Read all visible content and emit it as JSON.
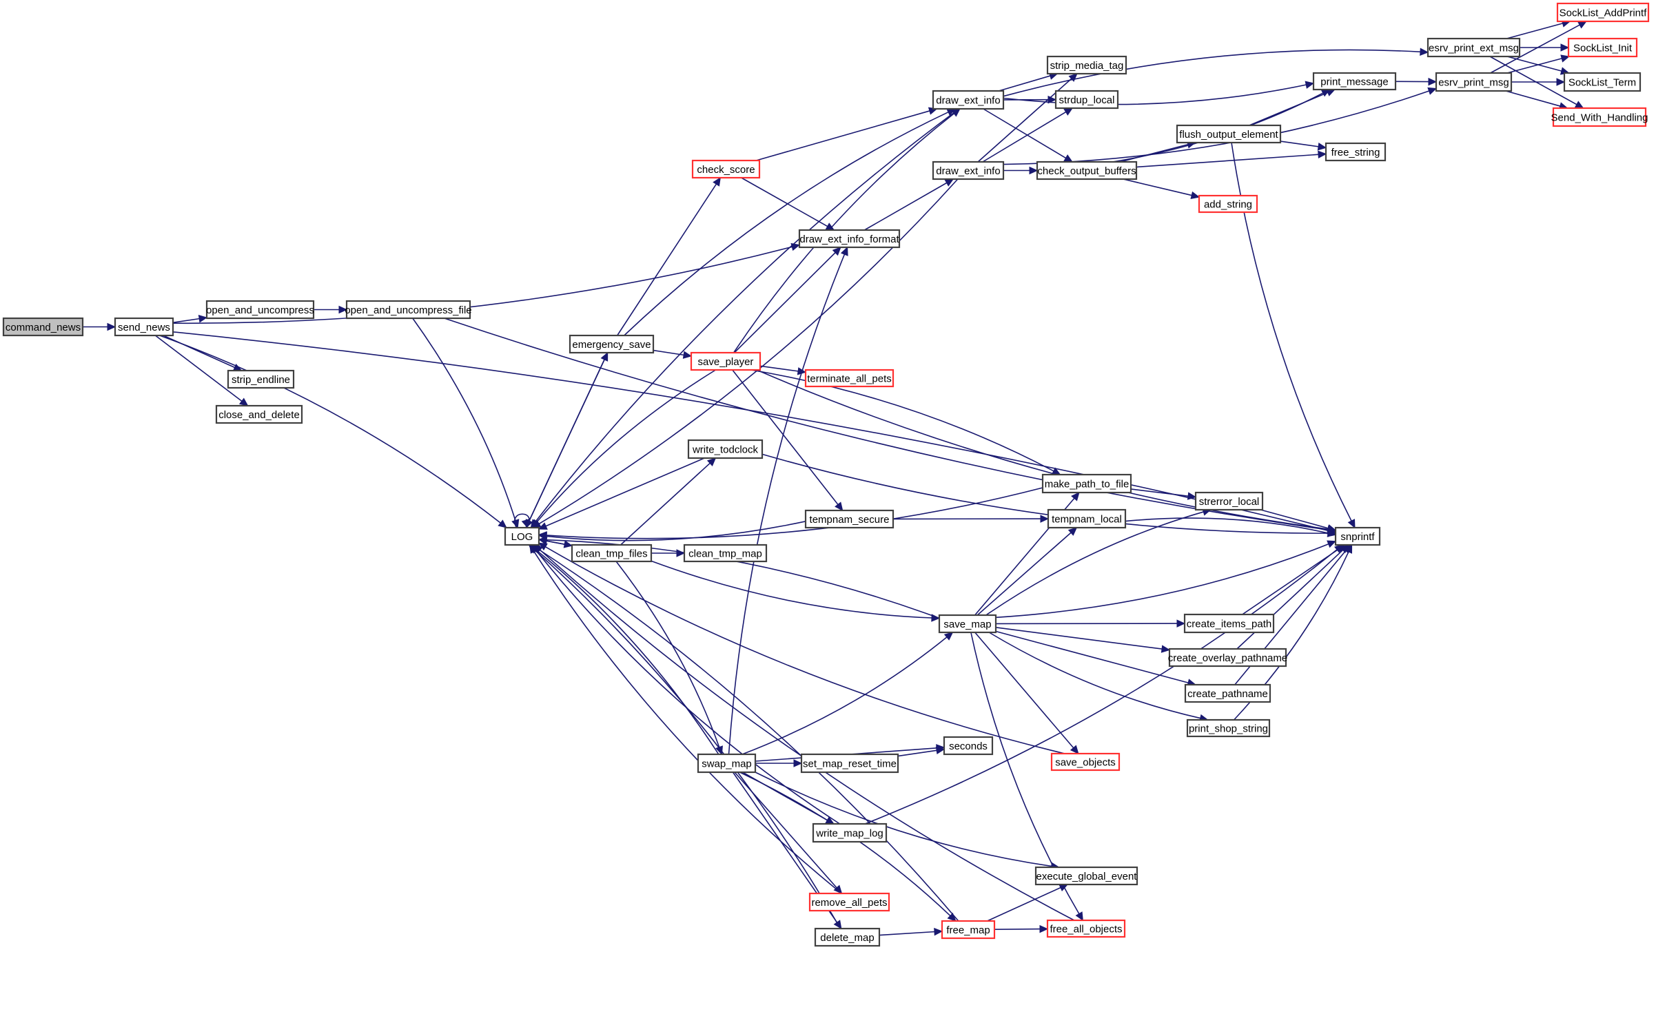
{
  "graph": {
    "title": "Call graph for command_news",
    "colors": {
      "edge": "#191970",
      "node_border": "#404040",
      "truncated_border": "#ff3030",
      "root_fill": "#bfbfbf",
      "node_fill": "#ffffff"
    },
    "nodes": [
      {
        "id": "command_news",
        "label": "command_news",
        "kind": "root"
      },
      {
        "id": "send_news",
        "label": "send_news",
        "kind": "normal"
      },
      {
        "id": "open_and_uncompress",
        "label": "open_and_uncompress",
        "kind": "normal"
      },
      {
        "id": "open_and_uncompress_file",
        "label": "open_and_uncompress_file",
        "kind": "normal"
      },
      {
        "id": "strip_endline",
        "label": "strip_endline",
        "kind": "normal"
      },
      {
        "id": "close_and_delete",
        "label": "close_and_delete",
        "kind": "normal"
      },
      {
        "id": "LOG",
        "label": "LOG",
        "kind": "normal"
      },
      {
        "id": "emergency_save",
        "label": "emergency_save",
        "kind": "normal"
      },
      {
        "id": "save_player",
        "label": "save_player",
        "kind": "truncated"
      },
      {
        "id": "check_score",
        "label": "check_score",
        "kind": "truncated"
      },
      {
        "id": "draw_ext_info_format",
        "label": "draw_ext_info_format",
        "kind": "normal"
      },
      {
        "id": "draw_ext_info_a",
        "label": "draw_ext_info",
        "kind": "normal"
      },
      {
        "id": "draw_ext_info_b",
        "label": "draw_ext_info",
        "kind": "normal"
      },
      {
        "id": "strip_media_tag",
        "label": "strip_media_tag",
        "kind": "normal"
      },
      {
        "id": "strdup_local",
        "label": "strdup_local",
        "kind": "normal"
      },
      {
        "id": "check_output_buffers",
        "label": "check_output_buffers",
        "kind": "normal"
      },
      {
        "id": "flush_output_element",
        "label": "flush_output_element",
        "kind": "normal"
      },
      {
        "id": "add_string",
        "label": "add_string",
        "kind": "truncated"
      },
      {
        "id": "print_message",
        "label": "print_message",
        "kind": "normal"
      },
      {
        "id": "free_string",
        "label": "free_string",
        "kind": "normal"
      },
      {
        "id": "esrv_print_ext_msg",
        "label": "esrv_print_ext_msg",
        "kind": "normal"
      },
      {
        "id": "esrv_print_msg",
        "label": "esrv_print_msg",
        "kind": "normal"
      },
      {
        "id": "SockList_AddPrintf",
        "label": "SockList_AddPrintf",
        "kind": "truncated"
      },
      {
        "id": "SockList_Init",
        "label": "SockList_Init",
        "kind": "truncated"
      },
      {
        "id": "SockList_Term",
        "label": "SockList_Term",
        "kind": "normal"
      },
      {
        "id": "Send_With_Handling",
        "label": "Send_With_Handling",
        "kind": "truncated"
      },
      {
        "id": "terminate_all_pets",
        "label": "terminate_all_pets",
        "kind": "truncated"
      },
      {
        "id": "write_todclock",
        "label": "write_todclock",
        "kind": "normal"
      },
      {
        "id": "tempnam_secure",
        "label": "tempnam_secure",
        "kind": "normal"
      },
      {
        "id": "clean_tmp_files",
        "label": "clean_tmp_files",
        "kind": "normal"
      },
      {
        "id": "clean_tmp_map",
        "label": "clean_tmp_map",
        "kind": "normal"
      },
      {
        "id": "make_path_to_file",
        "label": "make_path_to_file",
        "kind": "normal"
      },
      {
        "id": "strerror_local",
        "label": "strerror_local",
        "kind": "normal"
      },
      {
        "id": "tempnam_local",
        "label": "tempnam_local",
        "kind": "normal"
      },
      {
        "id": "snprintf",
        "label": "snprintf",
        "kind": "normal"
      },
      {
        "id": "save_map",
        "label": "save_map",
        "kind": "normal"
      },
      {
        "id": "create_items_path",
        "label": "create_items_path",
        "kind": "normal"
      },
      {
        "id": "create_overlay_pathname",
        "label": "create_overlay_pathname",
        "kind": "normal"
      },
      {
        "id": "create_pathname",
        "label": "create_pathname",
        "kind": "normal"
      },
      {
        "id": "print_shop_string",
        "label": "print_shop_string",
        "kind": "normal"
      },
      {
        "id": "save_objects",
        "label": "save_objects",
        "kind": "truncated"
      },
      {
        "id": "seconds",
        "label": "seconds",
        "kind": "normal"
      },
      {
        "id": "swap_map",
        "label": "swap_map",
        "kind": "normal"
      },
      {
        "id": "set_map_reset_time",
        "label": "set_map_reset_time",
        "kind": "normal"
      },
      {
        "id": "write_map_log",
        "label": "write_map_log",
        "kind": "normal"
      },
      {
        "id": "execute_global_event",
        "label": "execute_global_event",
        "kind": "normal"
      },
      {
        "id": "remove_all_pets",
        "label": "remove_all_pets",
        "kind": "truncated"
      },
      {
        "id": "delete_map",
        "label": "delete_map",
        "kind": "normal"
      },
      {
        "id": "free_map",
        "label": "free_map",
        "kind": "truncated"
      },
      {
        "id": "free_all_objects",
        "label": "free_all_objects",
        "kind": "truncated"
      }
    ],
    "edges": [
      [
        "command_news",
        "send_news"
      ],
      [
        "send_news",
        "open_and_uncompress"
      ],
      [
        "send_news",
        "strip_endline"
      ],
      [
        "send_news",
        "close_and_delete"
      ],
      [
        "send_news",
        "LOG"
      ],
      [
        "send_news",
        "draw_ext_info_format"
      ],
      [
        "send_news",
        "snprintf"
      ],
      [
        "open_and_uncompress",
        "open_and_uncompress_file"
      ],
      [
        "open_and_uncompress_file",
        "LOG"
      ],
      [
        "open_and_uncompress_file",
        "snprintf"
      ],
      [
        "LOG",
        "LOG"
      ],
      [
        "LOG",
        "emergency_save"
      ],
      [
        "LOG",
        "clean_tmp_files"
      ],
      [
        "emergency_save",
        "check_score"
      ],
      [
        "emergency_save",
        "draw_ext_info_a"
      ],
      [
        "emergency_save",
        "LOG"
      ],
      [
        "emergency_save",
        "save_player"
      ],
      [
        "check_score",
        "draw_ext_info_a"
      ],
      [
        "check_score",
        "draw_ext_info_format"
      ],
      [
        "draw_ext_info_format",
        "draw_ext_info_b"
      ],
      [
        "draw_ext_info_a",
        "strip_media_tag"
      ],
      [
        "draw_ext_info_a",
        "strdup_local"
      ],
      [
        "draw_ext_info_a",
        "check_output_buffers"
      ],
      [
        "draw_ext_info_a",
        "print_message"
      ],
      [
        "draw_ext_info_a",
        "esrv_print_ext_msg"
      ],
      [
        "draw_ext_info_a",
        "LOG"
      ],
      [
        "draw_ext_info_b",
        "strip_media_tag"
      ],
      [
        "draw_ext_info_b",
        "strdup_local"
      ],
      [
        "draw_ext_info_b",
        "check_output_buffers"
      ],
      [
        "draw_ext_info_b",
        "esrv_print_msg"
      ],
      [
        "draw_ext_info_b",
        "LOG"
      ],
      [
        "check_output_buffers",
        "print_message"
      ],
      [
        "check_output_buffers",
        "flush_output_element"
      ],
      [
        "check_output_buffers",
        "free_string"
      ],
      [
        "check_output_buffers",
        "add_string"
      ],
      [
        "flush_output_element",
        "print_message"
      ],
      [
        "flush_output_element",
        "free_string"
      ],
      [
        "flush_output_element",
        "snprintf"
      ],
      [
        "print_message",
        "esrv_print_msg"
      ],
      [
        "esrv_print_ext_msg",
        "SockList_AddPrintf"
      ],
      [
        "esrv_print_ext_msg",
        "SockList_Init"
      ],
      [
        "esrv_print_ext_msg",
        "SockList_Term"
      ],
      [
        "esrv_print_ext_msg",
        "Send_With_Handling"
      ],
      [
        "esrv_print_msg",
        "SockList_AddPrintf"
      ],
      [
        "esrv_print_msg",
        "SockList_Init"
      ],
      [
        "esrv_print_msg",
        "SockList_Term"
      ],
      [
        "esrv_print_msg",
        "Send_With_Handling"
      ],
      [
        "save_player",
        "LOG"
      ],
      [
        "save_player",
        "draw_ext_info_a"
      ],
      [
        "save_player",
        "draw_ext_info_format"
      ],
      [
        "save_player",
        "terminate_all_pets"
      ],
      [
        "save_player",
        "snprintf"
      ],
      [
        "save_player",
        "make_path_to_file"
      ],
      [
        "save_player",
        "tempnam_secure"
      ],
      [
        "write_todclock",
        "LOG"
      ],
      [
        "write_todclock",
        "snprintf"
      ],
      [
        "make_path_to_file",
        "LOG"
      ],
      [
        "make_path_to_file",
        "strerror_local"
      ],
      [
        "tempnam_secure",
        "LOG"
      ],
      [
        "tempnam_secure",
        "tempnam_local"
      ],
      [
        "tempnam_local",
        "snprintf"
      ],
      [
        "strerror_local",
        "snprintf"
      ],
      [
        "clean_tmp_files",
        "LOG"
      ],
      [
        "clean_tmp_files",
        "write_todclock"
      ],
      [
        "clean_tmp_files",
        "clean_tmp_map"
      ],
      [
        "clean_tmp_files",
        "save_map"
      ],
      [
        "clean_tmp_files",
        "swap_map"
      ],
      [
        "save_map",
        "LOG"
      ],
      [
        "save_map",
        "make_path_to_file"
      ],
      [
        "save_map",
        "tempnam_local"
      ],
      [
        "save_map",
        "strerror_local"
      ],
      [
        "save_map",
        "snprintf"
      ],
      [
        "save_map",
        "create_items_path"
      ],
      [
        "save_map",
        "create_overlay_pathname"
      ],
      [
        "save_map",
        "create_pathname"
      ],
      [
        "save_map",
        "print_shop_string"
      ],
      [
        "save_map",
        "save_objects"
      ],
      [
        "save_map",
        "free_all_objects"
      ],
      [
        "create_items_path",
        "snprintf"
      ],
      [
        "create_overlay_pathname",
        "snprintf"
      ],
      [
        "create_pathname",
        "snprintf"
      ],
      [
        "print_shop_string",
        "snprintf"
      ],
      [
        "save_objects",
        "LOG"
      ],
      [
        "swap_map",
        "LOG"
      ],
      [
        "swap_map",
        "draw_ext_info_format"
      ],
      [
        "swap_map",
        "save_map"
      ],
      [
        "swap_map",
        "seconds"
      ],
      [
        "swap_map",
        "set_map_reset_time"
      ],
      [
        "swap_map",
        "write_map_log"
      ],
      [
        "swap_map",
        "execute_global_event"
      ],
      [
        "swap_map",
        "remove_all_pets"
      ],
      [
        "swap_map",
        "delete_map"
      ],
      [
        "swap_map",
        "free_map"
      ],
      [
        "set_map_reset_time",
        "seconds"
      ],
      [
        "write_map_log",
        "LOG"
      ],
      [
        "write_map_log",
        "snprintf"
      ],
      [
        "remove_all_pets",
        "LOG"
      ],
      [
        "delete_map",
        "LOG"
      ],
      [
        "delete_map",
        "free_map"
      ],
      [
        "free_map",
        "LOG"
      ],
      [
        "free_map",
        "execute_global_event"
      ],
      [
        "free_map",
        "free_all_objects"
      ],
      [
        "free_all_objects",
        "LOG"
      ]
    ]
  }
}
